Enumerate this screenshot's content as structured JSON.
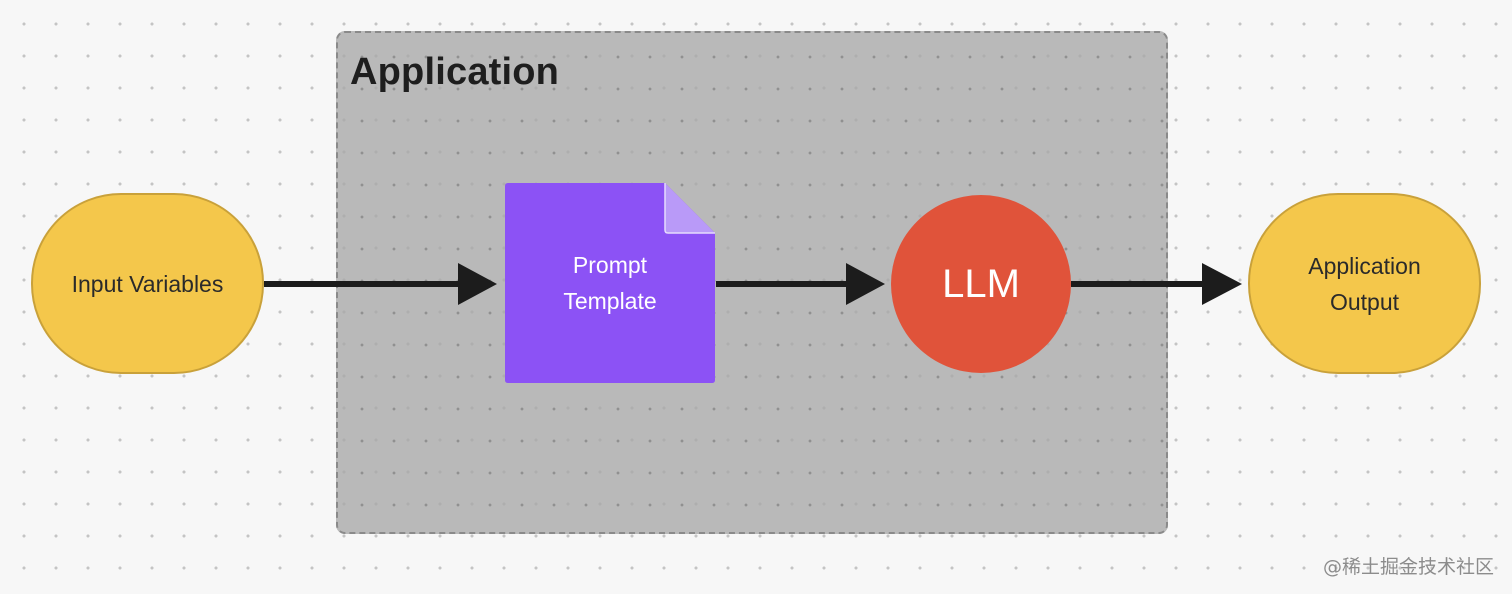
{
  "diagram": {
    "container": {
      "title": "Application"
    },
    "nodes": {
      "input": {
        "label": "Input Variables",
        "color": "#f4c74b"
      },
      "prompt": {
        "label": "Prompt Template",
        "color": "#8c52f5"
      },
      "llm": {
        "label": "LLM",
        "color": "#e0533a"
      },
      "output": {
        "label": "Application Output",
        "color": "#f4c74b"
      }
    },
    "edges": [
      {
        "from": "Input Variables",
        "to": "Prompt Template"
      },
      {
        "from": "Prompt Template",
        "to": "LLM"
      },
      {
        "from": "LLM",
        "to": "Application Output"
      }
    ]
  },
  "watermark": {
    "text": "@稀土掘金技术社区"
  }
}
